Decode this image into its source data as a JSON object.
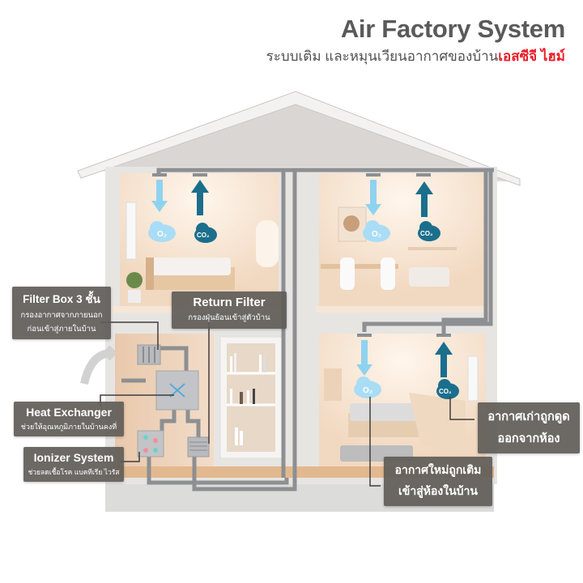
{
  "header": {
    "title": "Air Factory System",
    "subtitle_main": "ระบบเติม และหมุนเวียนอากาศของบ้าน",
    "subtitle_brand": "เอสซีจี ไฮม์"
  },
  "colors": {
    "title": "#5a5a5a",
    "brand": "#e8202a",
    "label_bg": "#5f5c58",
    "fresh_air": "#8fd2f0",
    "exhaust_air": "#1b6f8c",
    "duct": "#8d8f92"
  },
  "icons": {
    "o2_cloud": "O₂",
    "co2_cloud": "CO₂"
  },
  "labels": {
    "filter_box": {
      "title": "Filter Box 3 ชั้น",
      "line1": "กรองอากาศจากภายนอก",
      "line2": "ก่อนเข้าสู่ภายในบ้าน"
    },
    "return_filter": {
      "title": "Return Filter",
      "line1": "กรองฝุ่นย้อนเข้าสู่ตัวบ้าน"
    },
    "heat_exchanger": {
      "title": "Heat Exchanger",
      "line1": "ช่วยให้อุณหภูมิภายในบ้านคงที่"
    },
    "ionizer": {
      "title": "Ionizer System",
      "line1": "ช่วยลดเชื้อโรค แบคทีเรีย ไวรัส"
    },
    "stale_air": {
      "line1": "อากาศเก่าถูกดูด",
      "line2": "ออกจากห้อง"
    },
    "fresh_air": {
      "line1": "อากาศใหม่ถูกเติม",
      "line2": "เข้าสู่ห้องในบ้าน"
    }
  }
}
